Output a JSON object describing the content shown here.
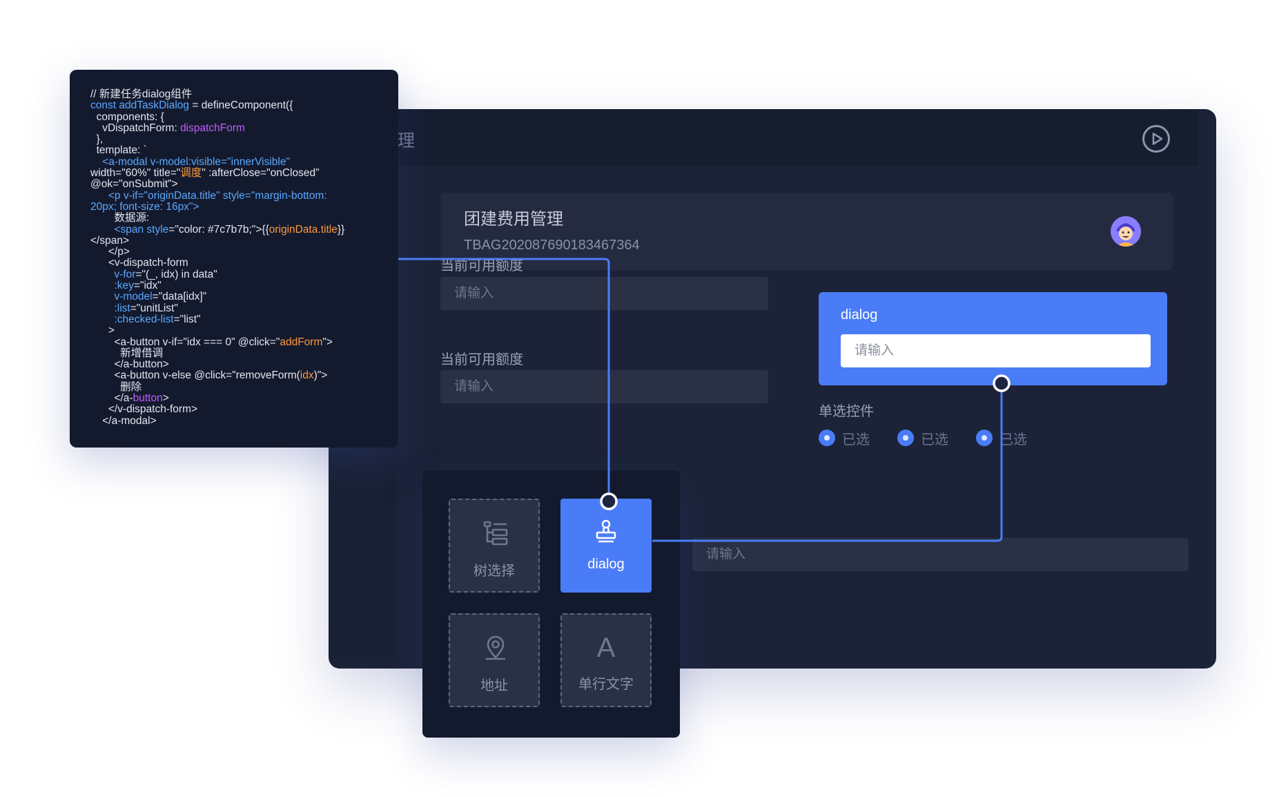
{
  "window": {
    "title_fragment": "理",
    "header": {
      "title": "团建费用管理",
      "code": "TBAG202087690183467364"
    }
  },
  "form": {
    "field1": {
      "label": "当前可用额度",
      "placeholder": "请输入"
    },
    "field2": {
      "label": "当前可用额度",
      "placeholder": "请输入"
    },
    "field3": {
      "placeholder": "请输入"
    }
  },
  "dialog": {
    "label": "dialog",
    "placeholder": "请输入"
  },
  "radio": {
    "label": "单选控件",
    "options": [
      "已选",
      "已选",
      "已选"
    ]
  },
  "palette": {
    "tiles": [
      {
        "label": "树选择",
        "icon": "tree-select-icon"
      },
      {
        "label": "dialog",
        "icon": "stamp-icon"
      },
      {
        "label": "地址",
        "icon": "location-pin-icon"
      },
      {
        "label": "单行文字",
        "icon": "letter-a-icon",
        "glyph": "A"
      }
    ]
  },
  "colors": {
    "accent": "#4b7cf7",
    "window_bg": "#1c2338",
    "code_string": "#5aa8ff",
    "code_keyword": "#ff9a3c",
    "code_purple": "#c35cff"
  },
  "code": {
    "l1": "// 新建任务dialog组件",
    "l2_a": "const addTaskDialog",
    "l2_b": " = defineComponent({",
    "l3": "  components: {",
    "l4_a": "    vDispatchForm: ",
    "l4_b": "dispatchForm",
    "l5": "  },",
    "l6": "  template: `",
    "l7": "    <a-modal v-model:visible=\"innerVisible\"",
    "l8_a": "width=\"60%\" title=\"",
    "l8_b": "调度",
    "l8_c": "\" :afterClose=\"onClosed\"",
    "l9": "@ok=\"onSubmit\">",
    "l10": "      <p v-if=\"originData.title\" style=\"margin-bottom:",
    "l11": "20px; font-size: 16px\">",
    "l12": "        数据源:",
    "l13_a": "        <span ",
    "l13_b": "style",
    "l13_c": "=\"color: #7c7b7b;\">{{",
    "l13_d": "originData.title",
    "l13_e": "}}",
    "l14": "</span>",
    "l15": "      </p>",
    "l16": "      <v-dispatch-form",
    "l17_a": "        v-for",
    "l17_b": "=\"(_, idx) in data\"",
    "l18_a": "        :key",
    "l18_b": "=\"idx\"",
    "l19_a": "        v-model",
    "l19_b": "=\"data[idx]\"",
    "l20_a": "        :list",
    "l20_b": "=\"unitList\"",
    "l21_a": "        :checked-list",
    "l21_b": "=\"list\"",
    "l22": "      >",
    "l23_a": "        <a-button v-if=\"idx === 0\" @click=\"",
    "l23_b": "addForm",
    "l23_c": "\">",
    "l24": "          新增借调",
    "l25": "        </a-button>",
    "l26_a": "        <a-button v-else @click=\"removeForm(",
    "l26_b": "idx",
    "l26_c": ")\">",
    "l27": "          删除",
    "l28_a": "        </a-",
    "l28_b": "button",
    "l28_c": ">",
    "l29": "      </v-dispatch-form>",
    "l30": "    </a-modal>"
  }
}
